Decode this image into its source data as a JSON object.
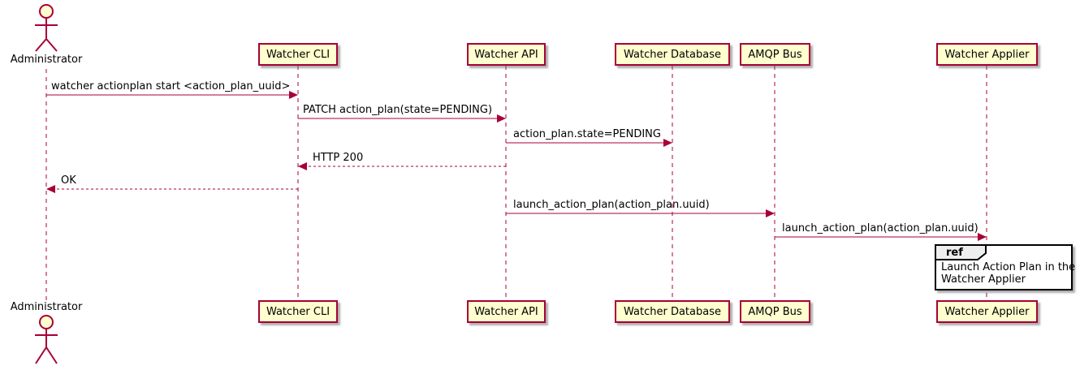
{
  "colors": {
    "stroke": "#A80036",
    "participant_fill": "#FEFECE",
    "ref_tab_fill": "#EEEEEE",
    "ref_border": "#000000",
    "text": "#000000",
    "background": "#FFFFFF"
  },
  "actor": {
    "name": "Administrator"
  },
  "participants": [
    {
      "label": "Watcher CLI"
    },
    {
      "label": "Watcher API"
    },
    {
      "label": "Watcher Database"
    },
    {
      "label": "AMQP Bus"
    },
    {
      "label": "Watcher Applier"
    }
  ],
  "messages": [
    {
      "from": "Administrator",
      "to": "Watcher CLI",
      "style": "solid",
      "text": "watcher actionplan start <action_plan_uuid>"
    },
    {
      "from": "Watcher CLI",
      "to": "Watcher API",
      "style": "solid",
      "text": "PATCH action_plan(state=PENDING)"
    },
    {
      "from": "Watcher API",
      "to": "Watcher Database",
      "style": "solid",
      "text": "action_plan.state=PENDING"
    },
    {
      "from": "Watcher API",
      "to": "Watcher CLI",
      "style": "dashed",
      "text": "HTTP 200"
    },
    {
      "from": "Watcher CLI",
      "to": "Administrator",
      "style": "dashed",
      "text": "OK"
    },
    {
      "from": "Watcher API",
      "to": "AMQP Bus",
      "style": "solid",
      "text": "launch_action_plan(action_plan.uuid)"
    },
    {
      "from": "AMQP Bus",
      "to": "Watcher Applier",
      "style": "solid",
      "text": "launch_action_plan(action_plan.uuid)"
    }
  ],
  "ref": {
    "keyword": "ref",
    "over": "Watcher Applier",
    "lines": [
      "Launch Action Plan in the",
      "Watcher Applier"
    ]
  }
}
